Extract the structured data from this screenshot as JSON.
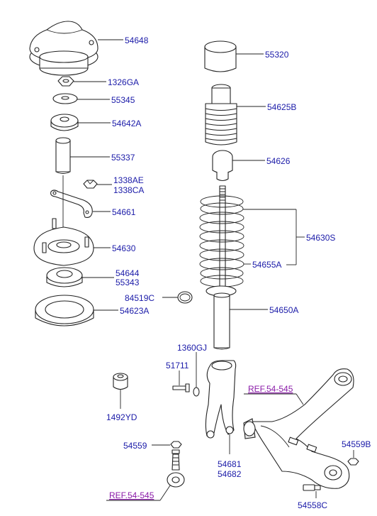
{
  "callouts": {
    "c54648": "54648",
    "c1326ga": "1326GA",
    "c55345": "55345",
    "c54642a": "54642A",
    "c55337": "55337",
    "c1338ae": "1338AE",
    "c1338ca": "1338CA",
    "c54661": "54661",
    "c54630": "54630",
    "c54644": "54644",
    "c55343": "55343",
    "c84519c": "84519C",
    "c54623a": "54623A",
    "c55320": "55320",
    "c54625b": "54625B",
    "c54626": "54626",
    "c54630s": "54630S",
    "c54655a": "54655A",
    "c54650a": "54650A",
    "c1360gj": "1360GJ",
    "c51711": "51711",
    "c1492yd": "1492YD",
    "c54559": "54559",
    "c54681": "54681",
    "c54682": "54682",
    "c54559b": "54559B",
    "c54558c": "54558C"
  },
  "references": {
    "ref_upper": "REF.54-545",
    "ref_lower": "REF.54-545"
  },
  "colors": {
    "callout_text": "#1a1aa8",
    "reference_link": "#8a1aa8",
    "line_art": "#222222"
  }
}
